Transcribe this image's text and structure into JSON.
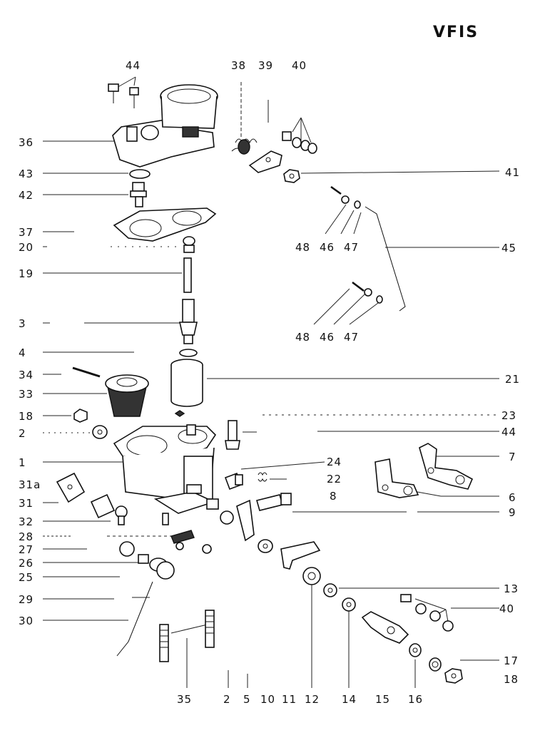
{
  "title": "VFIS",
  "labels": {
    "l44a": "44",
    "l38": "38",
    "l39": "39",
    "l40a": "40",
    "l36": "36",
    "l43": "43",
    "l42": "42",
    "l41": "41",
    "l37": "37",
    "l20": "20",
    "l19": "19",
    "l3": "3",
    "l4": "4",
    "l48a": "48",
    "l46a": "46",
    "l47a": "47",
    "l45": "45",
    "l48b": "48",
    "l46b": "46",
    "l47b": "47",
    "l34": "34",
    "l33": "33",
    "l21": "21",
    "l18a": "18",
    "l23": "23",
    "l2a": "2",
    "l44b": "44",
    "l1": "1",
    "l24": "24",
    "l7": "7",
    "l31a": "31a",
    "l22": "22",
    "l8": "8",
    "l6": "6",
    "l31": "31",
    "l9": "9",
    "l32": "32",
    "l28": "28",
    "l27": "27",
    "l26": "26",
    "l25": "25",
    "l29": "29",
    "l13": "13",
    "l40b": "40",
    "l30": "30",
    "l17": "17",
    "l18b": "18",
    "l35": "35",
    "l2b": "2",
    "l5": "5",
    "l10": "10",
    "l11": "11",
    "l12": "12",
    "l14": "14",
    "l15": "15",
    "l16": "16"
  }
}
